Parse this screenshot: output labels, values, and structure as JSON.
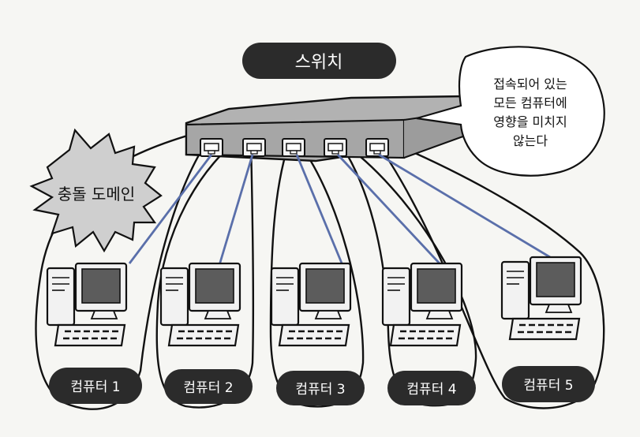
{
  "switch_label": "스위치",
  "collision_domain_label": "충돌 도메인",
  "speech_bubble_lines": [
    "접속되어 있는",
    "모든 컴퓨터에",
    "영향을 미치지",
    "않는다"
  ],
  "computers": [
    {
      "label": "컴퓨터 1"
    },
    {
      "label": "컴퓨터 2"
    },
    {
      "label": "컴퓨터 3"
    },
    {
      "label": "컴퓨터 4"
    },
    {
      "label": "컴퓨터 5"
    }
  ],
  "colors": {
    "switch_fill": "#b2b2b2",
    "cable": "#5a6faa",
    "label_pill": "#2b2b2b",
    "screen": "#5c5c5c"
  }
}
